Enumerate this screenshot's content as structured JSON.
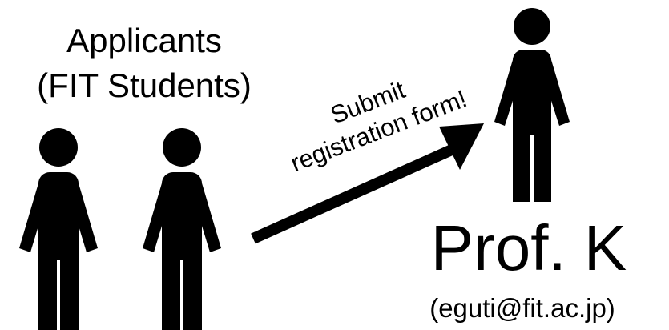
{
  "applicants": {
    "title_line1": "Applicants",
    "title_line2": "(FIT Students)",
    "figure_icon": "person-icon",
    "count": 2
  },
  "arrow": {
    "caption_line1": "Submit",
    "caption_line2": "registration form!",
    "icon": "arrow-right-icon"
  },
  "professor": {
    "name": "Prof. K",
    "email": "(eguti@fit.ac.jp)",
    "figure_icon": "person-icon"
  },
  "colors": {
    "foreground": "#000000",
    "background": "#ffffff"
  }
}
